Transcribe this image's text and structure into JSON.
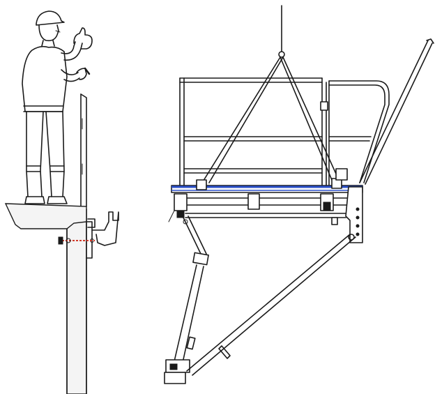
{
  "diagram": {
    "colors": {
      "line": "#1a1a1a",
      "background": "#ffffff",
      "deck_highlight": "#2a4fc9",
      "anchor_marker": "#d23a2a",
      "concrete_fill": "#f4f4f4"
    },
    "elements": {
      "worker": "worker-figure",
      "slab": "concrete-floor-slab",
      "column": "building-column",
      "bracket": "wall-mounting-bracket",
      "sling": "crane-lifting-sling",
      "platform": "cantilever-loading-platform",
      "strut": "diagonal-support-strut",
      "leg": "folding-support-leg"
    }
  }
}
